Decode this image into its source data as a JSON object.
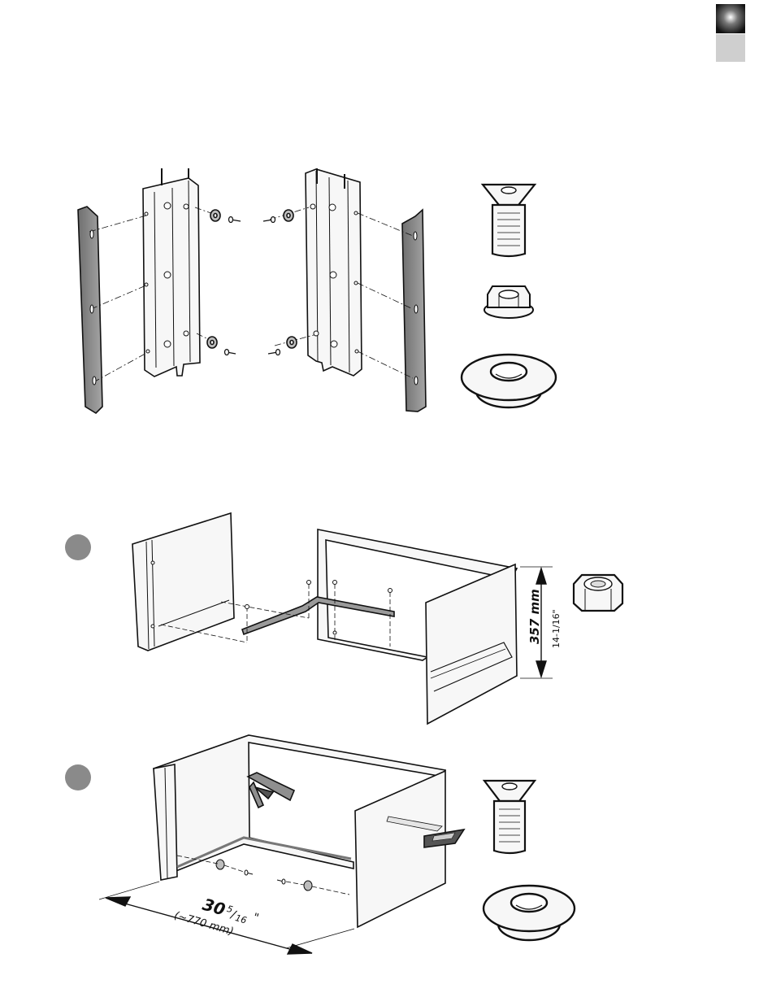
{
  "page": {
    "background": "#ffffff",
    "line_color": "#111111",
    "panel_fill": "#f7f7f7",
    "trim_fill": "#8c8c8c",
    "step_marker_color": "#8a8a8a",
    "tab_dark_color": "#1a1a1a",
    "tab_light_color": "#cfcfcf"
  },
  "tabs": {
    "active_icon": "dark-gradient-square-icon",
    "inactive_icon": "light-gray-square-icon"
  },
  "steps": {
    "step_2_marker_icon": "gray-circle-icon",
    "step_3_marker_icon": "gray-circle-icon"
  },
  "hardware": {
    "screw_icon": "countersunk-screw-icon",
    "nut_icon": "flange-nut-icon",
    "washer_icon": "large-washer-icon",
    "hex_nut_icon": "hex-nut-icon",
    "clamp_icon": "clamp-icon",
    "level_icon": "spirit-level-icon"
  },
  "dimensions": {
    "height_mm": "357 mm",
    "height_in": "14-1/16\"",
    "width_in_whole": "30",
    "width_in_fraction_num": "5",
    "width_in_fraction_den": "16",
    "width_in_mark": "\"",
    "width_mm": "(~770 mm)"
  }
}
